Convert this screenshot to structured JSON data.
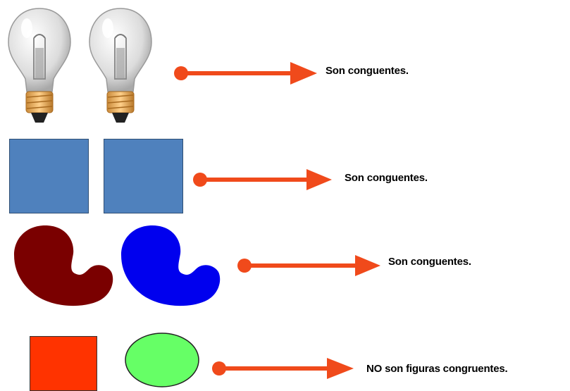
{
  "rows": [
    {
      "label": "Son conguentes."
    },
    {
      "label": "Son conguentes."
    },
    {
      "label": "Son conguentes."
    },
    {
      "label": "NO son figuras congruentes."
    }
  ],
  "colors": {
    "arrow": "#f04a1b",
    "blue_square": "#4f81bd",
    "dark_red_blob": "#7a0000",
    "blue_blob": "#0000ee",
    "red_square": "#ff3300",
    "green_ellipse": "#66ff66"
  },
  "icons": [
    "light-bulb-icon",
    "light-bulb-icon"
  ]
}
